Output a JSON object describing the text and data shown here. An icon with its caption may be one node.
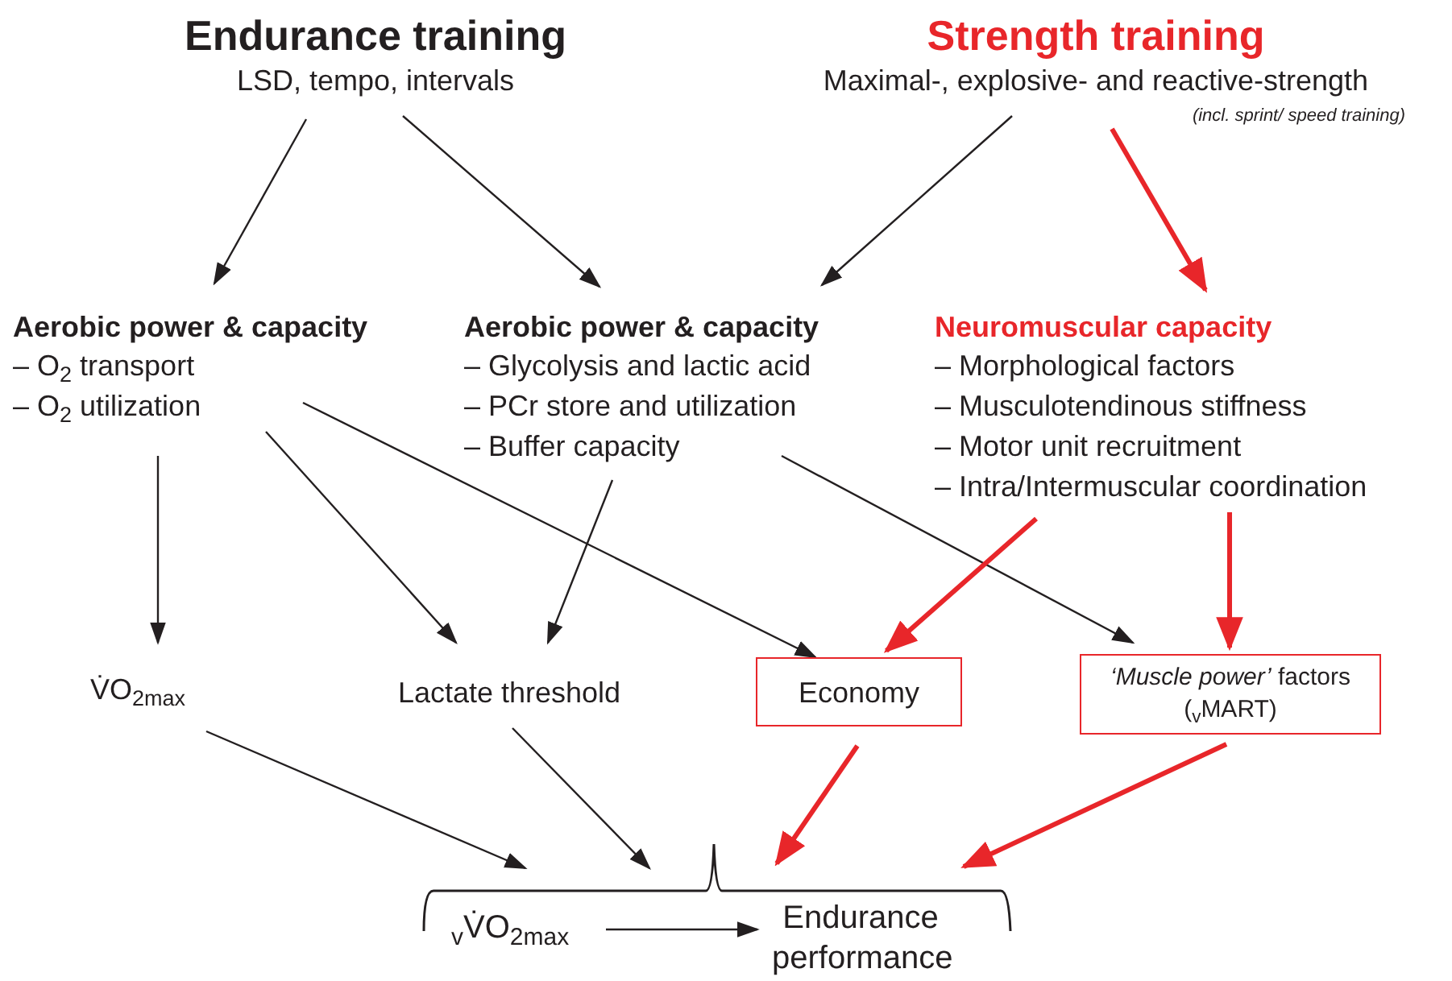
{
  "diagram": {
    "nodes": [
      {
        "text": [
          "Endurance training",
          "LSD, tempo, intervals"
        ]
      },
      {
        "text": [
          "Strength training",
          "Maximal-, explosive- and reactive-strength"
        ],
        "beside": [
          "(incl. sprint/ speed training)"
        ]
      },
      {
        "text": [
          "Aerobic power & capacity",
          "– O$_{2}$ transport",
          "– O$_{2}$ utilization"
        ]
      },
      {
        "text": [
          "Aerobic power & capacity",
          "– Glycolysis and lactic acid",
          "– PCr store and utilization",
          "– Buffer capacity"
        ]
      },
      {
        "text": [
          "Neuromuscular capacity",
          "– Morphological factors",
          "– Musculotendinous stiffness",
          "– Motor unit recruitment",
          "– Intra/Intermuscular coordination"
        ]
      },
      {
        "text": [
          "V̇O$_{2max}$"
        ]
      },
      {
        "text": [
          "Lactate threshold"
        ]
      },
      {
        "text": [
          "Economy"
        ]
      },
      {
        "text": [
          "*‘Muscle power’* factors ($_{v}$MART)"
        ]
      },
      {
        "text": [],
        "shape": "bracket"
      },
      {
        "text": [
          "$_{v}$V̇O$_{2max}$"
        ],
        "in": 9
      },
      {
        "text": [
          "Endurance performance"
        ],
        "in": 9
      }
    ],
    "edges": [
      {
        "from": 0,
        "to": 2,
        "arrow": "to"
      },
      {
        "from": 0,
        "to": 3,
        "arrow": "to"
      },
      {
        "from": 1,
        "to": 3,
        "arrow": "to"
      },
      {
        "from": 1,
        "to": 4,
        "arrow": "to",
        "style": "thick",
        "color": "#e8262a"
      },
      {
        "from": 2,
        "to": 5,
        "arrow": "to"
      },
      {
        "from": 2,
        "to": 6,
        "arrow": "to"
      },
      {
        "from": 2,
        "to": 7,
        "arrow": "to"
      },
      {
        "from": 3,
        "to": 6,
        "arrow": "to"
      },
      {
        "from": 3,
        "to": 8,
        "arrow": "to"
      },
      {
        "from": 4,
        "to": 7,
        "arrow": "to",
        "style": "thick",
        "color": "#e8262a"
      },
      {
        "from": 4,
        "to": 8,
        "arrow": "to",
        "style": "thick",
        "color": "#e8262a"
      },
      {
        "from": 5,
        "to": 9,
        "arrow": "to"
      },
      {
        "from": 6,
        "to": 9,
        "arrow": "to"
      },
      {
        "from": 7,
        "to": 9,
        "arrow": "to",
        "style": "thick",
        "color": "#e8262a"
      },
      {
        "from": 8,
        "to": 9,
        "arrow": "to",
        "style": "thick",
        "color": "#e8262a"
      },
      {
        "from": 10,
        "to": 11,
        "arrow": "to"
      }
    ]
  }
}
